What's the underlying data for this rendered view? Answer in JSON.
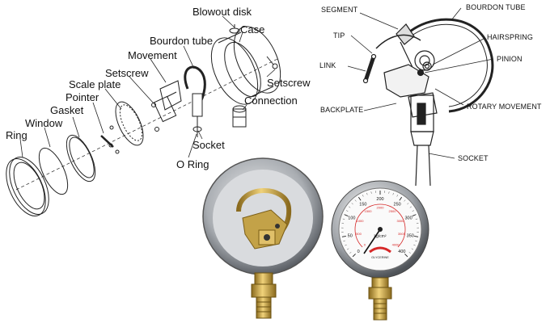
{
  "exploded_view": {
    "labels": {
      "blowout_disk": "Blowout disk",
      "case": "Case",
      "bourdon_tube": "Bourdon tube",
      "movement": "Movement",
      "setscrew_left": "Setscrew",
      "setscrew_right": "Setscrew",
      "scale_plate": "Scale plate",
      "pointer": "Pointer",
      "gasket": "Gasket",
      "window": "Window",
      "ring": "Ring",
      "connection": "Connection",
      "socket": "Socket",
      "o_ring": "O Ring"
    }
  },
  "mechanism_view": {
    "labels": {
      "segment": "SEGMENT",
      "bourdon_tube": "BOURDON TUBE",
      "tip": "TIP",
      "hairspring": "HAIRSPRING",
      "link": "LINK",
      "pinion": "PINION",
      "backplate": "BACKPLATE",
      "rotary_movement": "ROTARY MOVEMENT",
      "socket": "SOCKET"
    }
  },
  "gauge_face": {
    "outer_scale": [
      "0",
      "50",
      "100",
      "150",
      "200",
      "250",
      "300",
      "350",
      "400"
    ],
    "inner_scale": [
      "0",
      "500",
      "1000",
      "1500",
      "2000",
      "2500",
      "3000",
      "3500",
      "4000"
    ],
    "unit": "kg/cm²",
    "logo": "GLYCERINE"
  },
  "colors": {
    "line": "#222222",
    "brass": "#c9a44a",
    "steel": "#b9bcc0",
    "dial_red": "#d62828"
  }
}
